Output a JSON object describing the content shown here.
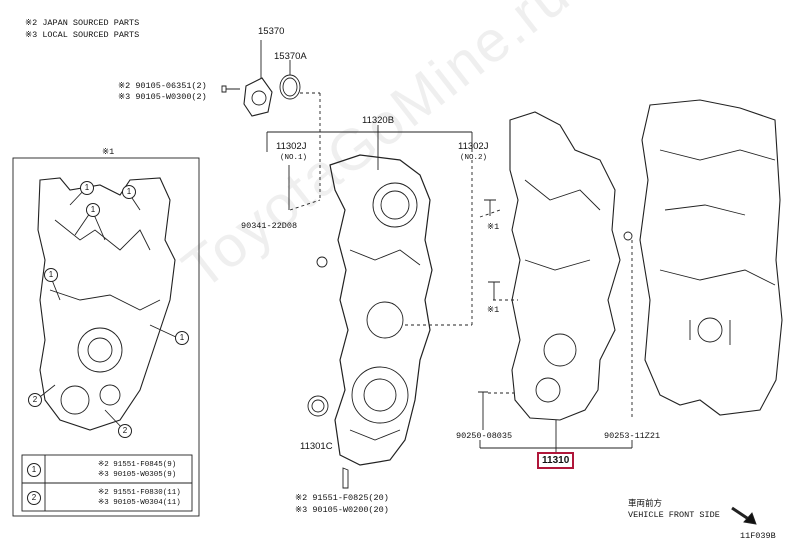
{
  "notes": {
    "line1": "※2 JAPAN SOURCED PARTS",
    "line2": "※3 LOCAL SOURCED PARTS"
  },
  "parts": {
    "p15370": "15370",
    "p15370a": "15370A",
    "bolt_top_1": "※2 90105-06351(2)",
    "bolt_top_2": "※3 90105-W0300(2)",
    "p11320b": "11320B",
    "p11302j_1": "11302J",
    "p11302j_1_sub": "(NO.1)",
    "p11302j_2": "11302J",
    "p11302j_2_sub": "(NO.2)",
    "p90341": "90341-22D08",
    "p11301c": "11301C",
    "bolt_bottom_1": "※2 91551-F0825(20)",
    "bolt_bottom_2": "※3 90105-W0200(20)",
    "p90250": "90250-08035",
    "p90253": "90253-11Z21",
    "p11310": "11310",
    "mark1": "※1",
    "mark1_b": "※1",
    "mark1_c": "※1"
  },
  "inset": {
    "title": "※1",
    "legend": [
      {
        "num": "1",
        "line1": "※2 91551-F0845(9)",
        "line2": "※3 90105-W0305(9)"
      },
      {
        "num": "2",
        "line1": "※2 91551-F0830(11)",
        "line2": "※3 90105-W0304(11)"
      }
    ]
  },
  "footer": {
    "jp": "車両前方",
    "vehicle_front": "VEHICLE FRONT SIDE",
    "code": "11F039B"
  },
  "watermark": "ToyotaGoMine.ru"
}
